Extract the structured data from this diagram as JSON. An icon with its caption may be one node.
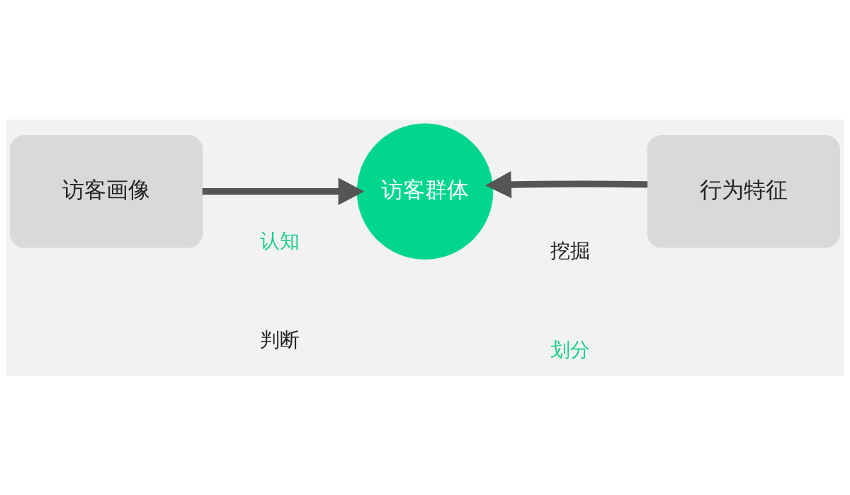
{
  "diagram": {
    "nodes": [
      {
        "text": [
          "访客画像"
        ]
      },
      {
        "text": [
          "访客群体"
        ]
      },
      {
        "text": [
          "行为特征"
        ]
      }
    ],
    "edges": [
      {
        "from": 0,
        "to": 1,
        "arrow": "to"
      },
      {
        "from": 2,
        "to": 1,
        "arrow": "to"
      }
    ],
    "labels": [
      "认知",
      "判断",
      "挖掘",
      "划分"
    ]
  }
}
